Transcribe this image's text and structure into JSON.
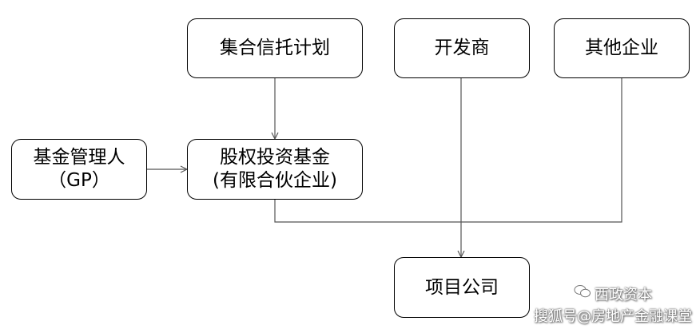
{
  "nodes": {
    "trust": {
      "label": "集合信托计划"
    },
    "developer": {
      "label": "开发商"
    },
    "other": {
      "label": "其他企业"
    },
    "gp": {
      "line1": "基金管理人",
      "line2": "（GP）"
    },
    "fund": {
      "line1": "股权投资基金",
      "line2": "(有限合伙企业)"
    },
    "project": {
      "label": "项目公司"
    }
  },
  "watermark": {
    "brand": "西政资本",
    "source": "搜狐号@房地产金融课堂"
  },
  "colors": {
    "line": "#555555",
    "border": "#000000"
  }
}
